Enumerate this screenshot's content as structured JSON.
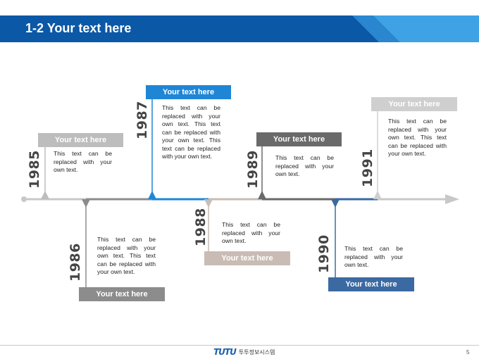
{
  "slide": {
    "title": "1-2 Your text here",
    "page_number": "5",
    "logo_mark": "TUTU",
    "logo_text": "투투정보시스템"
  },
  "colors": {
    "header_blue": "#0b58a6",
    "axis": "#c8c8c8",
    "light_gray": "#bdbdbd",
    "mid_gray": "#8c8c8c",
    "dark_gray": "#6a6a6a",
    "blue": "#1f86d6",
    "tan": "#c9bcb4",
    "steel_blue": "#3b6aa3",
    "pale_gray": "#cfcfcf"
  },
  "events": [
    {
      "year": "1985",
      "label": "Your text here",
      "text": "This text can be replaced with your own text."
    },
    {
      "year": "1986",
      "label": "Your text here",
      "text": "This text can be replaced with your own text. This text can be replaced with your own text."
    },
    {
      "year": "1987",
      "label": "Your text here",
      "text": "This text can be replaced with your own text. This text can be replaced with your own text. This text can be replaced with your own text."
    },
    {
      "year": "1988",
      "label": "Your text here",
      "text": "This text can be replaced with your own text."
    },
    {
      "year": "1989",
      "label": "Your text here",
      "text": "This text can be replaced with your own text."
    },
    {
      "year": "1990",
      "label": "Your text here",
      "text": "This text can be replaced with your own text."
    },
    {
      "year": "1991",
      "label": "Your text here",
      "text": "This text can be replaced with your own text. This text can be replaced with your own text."
    }
  ]
}
